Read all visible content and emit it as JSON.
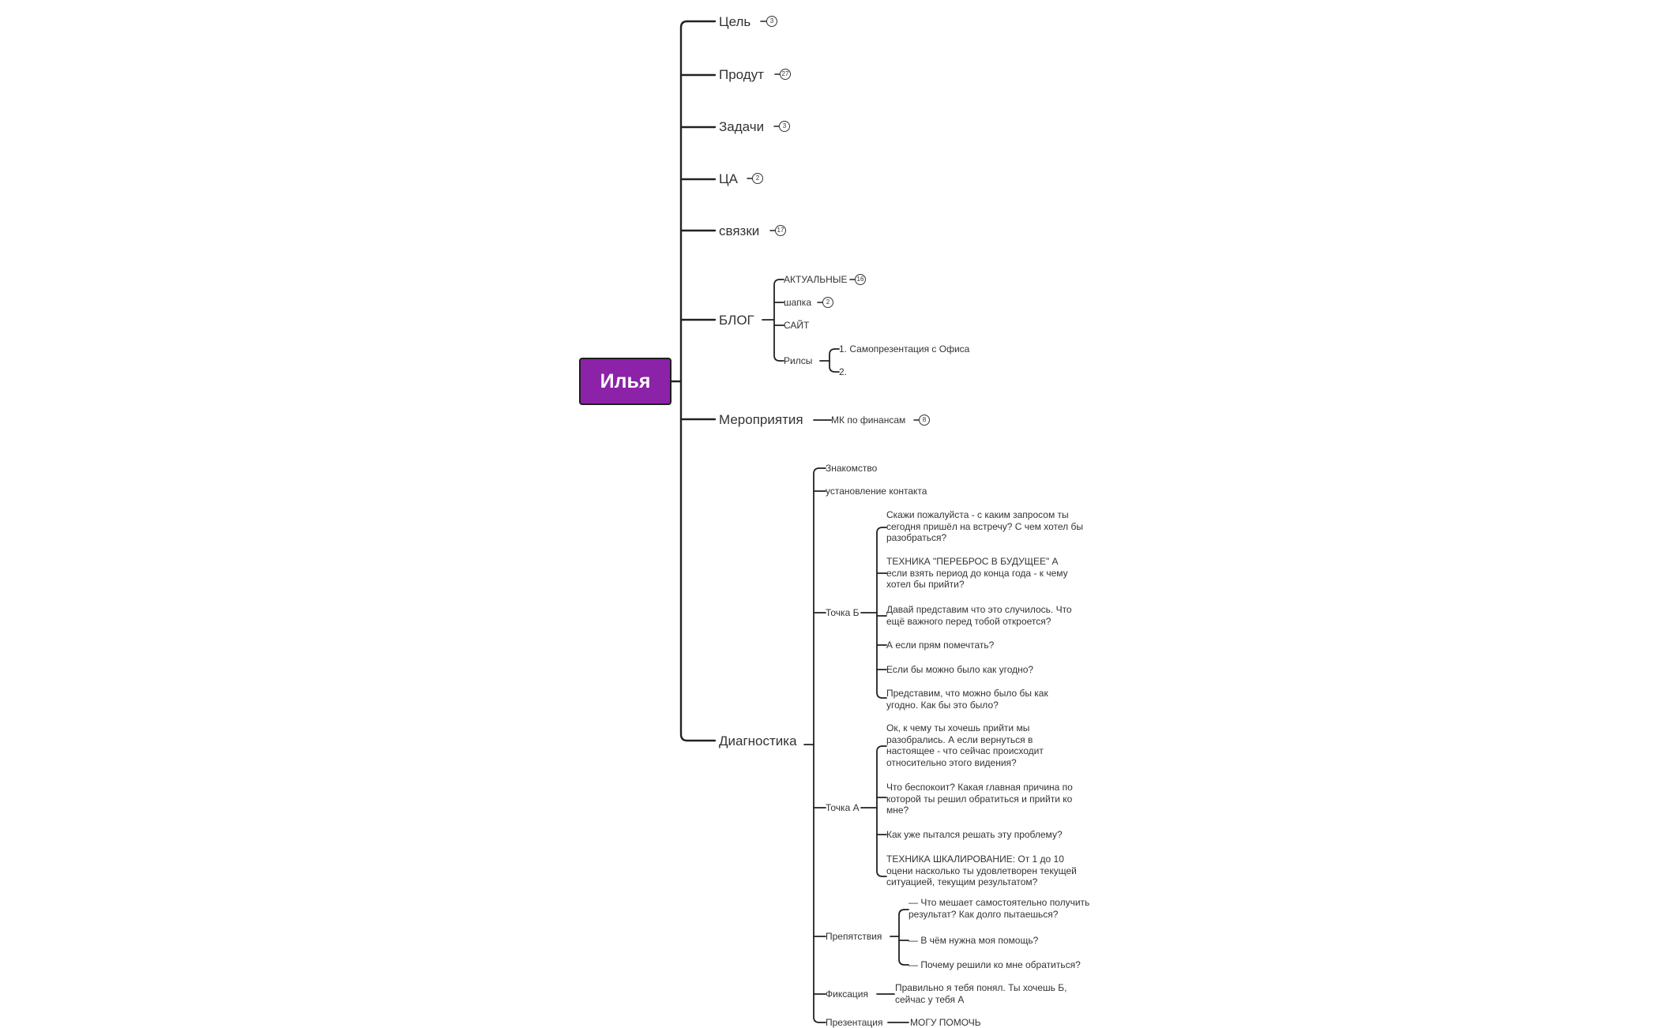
{
  "map": {
    "root": {
      "label": "Илья",
      "color": "#8b22a8"
    },
    "tsel": {
      "label": "Цель",
      "count": "3"
    },
    "produkt": {
      "label": "Продут",
      "count": "27"
    },
    "zadachi": {
      "label": "Задачи",
      "count": "3"
    },
    "ca": {
      "label": "ЦА",
      "count": "2"
    },
    "svyazki": {
      "label": "связки",
      "count": "17"
    },
    "blog": {
      "label": "БЛОГ",
      "aktualnye": {
        "label": "АКТУАЛЬНЫЕ",
        "count": "16"
      },
      "shapka": {
        "label": "шапка",
        "count": "2"
      },
      "sait": {
        "label": "САЙТ"
      },
      "rilsy": {
        "label": "Рилсы",
        "items": [
          "1. Самопрезентация с Офиса",
          "2."
        ]
      }
    },
    "meropriyatiya": {
      "label": "Мероприятия",
      "mk": {
        "label": "МК по финансам",
        "count": "8"
      }
    },
    "diagnostika": {
      "label": "Диагностика",
      "znakomstvo": "Знакомство",
      "ustanovlenie": "установление контакта",
      "tochka_b": {
        "label": "Точка Б",
        "items": [
          "Скажи пожалуйста - с каким запросом ты сегодня пришёл на встречу? С чем хотел бы разобраться?",
          "ТЕХНИКА \"ПЕРЕБРОС В БУДУЩЕЕ\" А если взять период до конца года - к чему хотел бы прийти?",
          "Давай представим что это случилось. Что ещё важного перед тобой откроется?",
          "А если прям помечтать?",
          "Если бы можно было как угодно?",
          "Представим, что можно было бы как угодно. Как бы это было?"
        ]
      },
      "tochka_a": {
        "label": "Точка А",
        "items": [
          "Ок, к чему ты хочешь прийти мы разобрались. А если вернуться в настоящее - что сейчас происходит относительно этого видения?",
          "Что беспокоит? Какая главная причина по которой ты решил обратиться и прийти ко мне?",
          "Как уже пытался решать эту проблему?",
          "ТЕХНИКА ШКАЛИРОВАНИЕ: От 1 до 10 оцени насколько ты удовлетворен текущей ситуацией, текущим результатом?"
        ]
      },
      "prepyatstviya": {
        "label": "Препятствия",
        "items": [
          "— Что мешает самостоятельно получить результат? Как долго пытаешься?",
          "— В чём нужна моя помощь?",
          "— Почему решили ко мне обратиться?"
        ]
      },
      "fiksaciya": {
        "label": "Фиксация",
        "text": "Правильно я тебя понял. Ты хочешь Б, сейчас у тебя А"
      },
      "prezentaciya": {
        "label": "Презентация",
        "text": "МОГУ ПОМОЧЬ"
      }
    }
  }
}
